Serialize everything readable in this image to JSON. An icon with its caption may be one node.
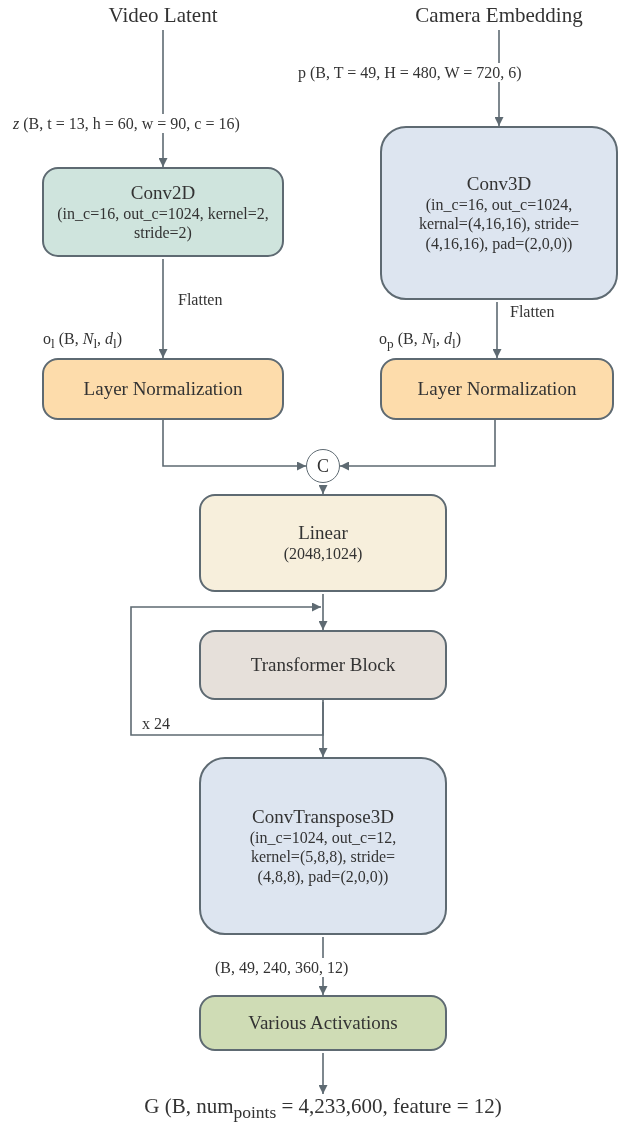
{
  "diagram": {
    "nodes": [
      {
        "text": [
          "Video Latent"
        ]
      },
      {
        "text": [
          "Camera Embedding"
        ]
      },
      {
        "text": [
          "Conv2D",
          "(in_c=16, out_c=1024, kernel=2, stride=2)"
        ]
      },
      {
        "text": [
          "Conv3D",
          "(in_c=16, out_c=1024, kernal=(4,16,16), stride=(4,16,16), pad=(2,0,0))"
        ]
      },
      {
        "text": [
          "Layer Normalization"
        ],
        "beside": [
          "o$_{l}$ (B, *N*$_{l}$, *d*$_{l}$)"
        ]
      },
      {
        "text": [
          "Layer Normalization"
        ],
        "beside": [
          "o$_{p}$ (B, *N*$_{l}$, *d*$_{l}$)"
        ]
      },
      {
        "text": [
          "C"
        ]
      },
      {
        "text": [
          "Linear",
          "(2048,1024)"
        ]
      },
      {
        "text": [
          "Transformer Block"
        ]
      },
      {
        "text": [
          "ConvTranspose3D",
          "(in_c=1024, out_c=12, kernel=(5,8,8), stride=(4,8,8), pad=(2,0,0))"
        ]
      },
      {
        "text": [
          "Various Activations"
        ]
      },
      {
        "text": [
          "G (B, num$_{points}$ = 4,233,600, feature = 12)"
        ]
      }
    ],
    "edges": [
      {
        "from": 0,
        "to": 2,
        "arrow": "to",
        "label": "*z* (B, t = 13, h = 60, w = 90, c = 16)"
      },
      {
        "from": 1,
        "to": 3,
        "arrow": "to",
        "label": "p (B, T = 49, H = 480, W = 720, 6)"
      },
      {
        "from": 2,
        "to": 4,
        "arrow": "to",
        "label": "Flatten"
      },
      {
        "from": 3,
        "to": 5,
        "arrow": "to",
        "label": "Flatten"
      },
      {
        "from": 4,
        "to": 6,
        "arrow": "to"
      },
      {
        "from": 5,
        "to": 6,
        "arrow": "to"
      },
      {
        "from": 6,
        "to": 7,
        "arrow": "to"
      },
      {
        "from": 7,
        "to": 8,
        "arrow": "to"
      },
      {
        "from": 8,
        "to": 9,
        "arrow": "to"
      },
      {
        "from": 8,
        "to": 8,
        "arrow": "to",
        "label": "x 24"
      },
      {
        "from": 9,
        "to": 10,
        "arrow": "to",
        "label": "(B, 49, 240, 360, 12)"
      },
      {
        "from": 10,
        "to": 11,
        "arrow": "to"
      }
    ]
  }
}
